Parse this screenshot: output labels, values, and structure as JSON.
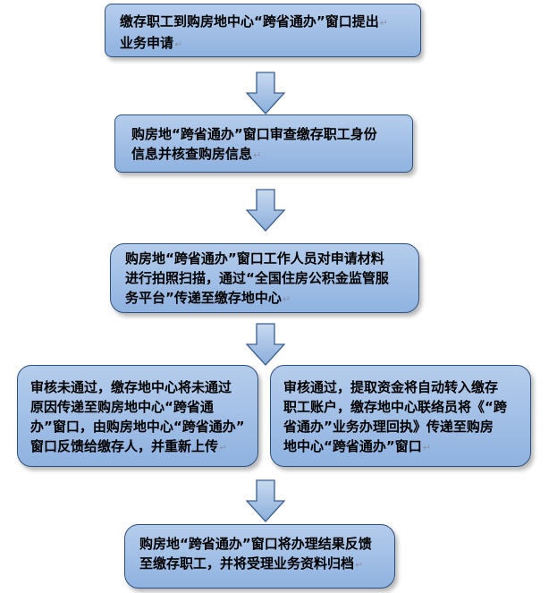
{
  "boxes": {
    "step1": {
      "lines": [
        "缴存职工到购房地中心“跨省通办”窗口提出",
        "业务申请"
      ]
    },
    "step2": {
      "lines": [
        "购房地“跨省通办”窗口审查缴存职工身份",
        "信息并核查购房信息"
      ]
    },
    "step3": {
      "lines": [
        "购房地“跨省通办”窗口工作人员对申请材料",
        "进行拍照扫描，通过“全国住房公积金监管服",
        "务平台”传递至缴存地中心"
      ]
    },
    "step4_reject": {
      "lines": [
        "审核未通过，缴存地中心将未通过",
        "原因传递至购房地中心“跨省通",
        "办”窗口，由购房地中心“跨省通办”",
        "窗口反馈给缴存人，并重新上传"
      ]
    },
    "step4_approve": {
      "lines": [
        "审核通过，提取资金将自动转入缴存",
        "职工账户，缴存地中心联络员将《“跨",
        "省通办”业务办理回执》传递至购房",
        "地中心“跨省通办”窗口"
      ]
    },
    "step5": {
      "lines": [
        "购房地“跨省通办”窗口将办理结果反馈",
        "至缴存职工，并将受理业务资料归档"
      ]
    }
  },
  "paragraph_mark": "↵",
  "colors": {
    "box_fill_top": "#b5cdec",
    "box_fill_bottom": "#8fb2e0",
    "box_border": "#2c4f7c",
    "arrow_fill_top": "#c8d9f0",
    "arrow_fill_bottom": "#8aaedb",
    "arrow_stroke": "#3a5f8f"
  },
  "arrow_icon": "down-arrow-icon"
}
